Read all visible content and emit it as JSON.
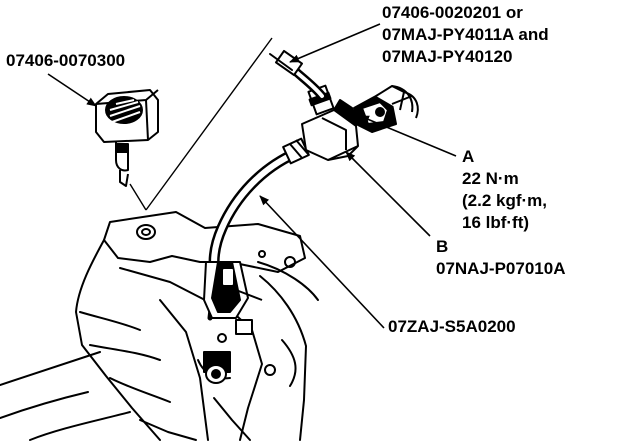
{
  "diagram": {
    "part_numbers": {
      "tool_top_left": "07406-0070300",
      "tool_top_right_line1": "07406-0020201 or",
      "tool_top_right_line2": "07MAJ-PY4011A and",
      "tool_top_right_line3": "07MAJ-PY40120",
      "tool_b": "07NAJ-P07010A",
      "hose": "07ZAJ-S5A0200"
    },
    "callouts": {
      "a_letter": "A",
      "a_torque_line1": "22 N·m",
      "a_torque_line2": "(2.2 kgf·m,",
      "a_torque_line3": "16 lbf·ft)",
      "b_letter": "B"
    }
  }
}
